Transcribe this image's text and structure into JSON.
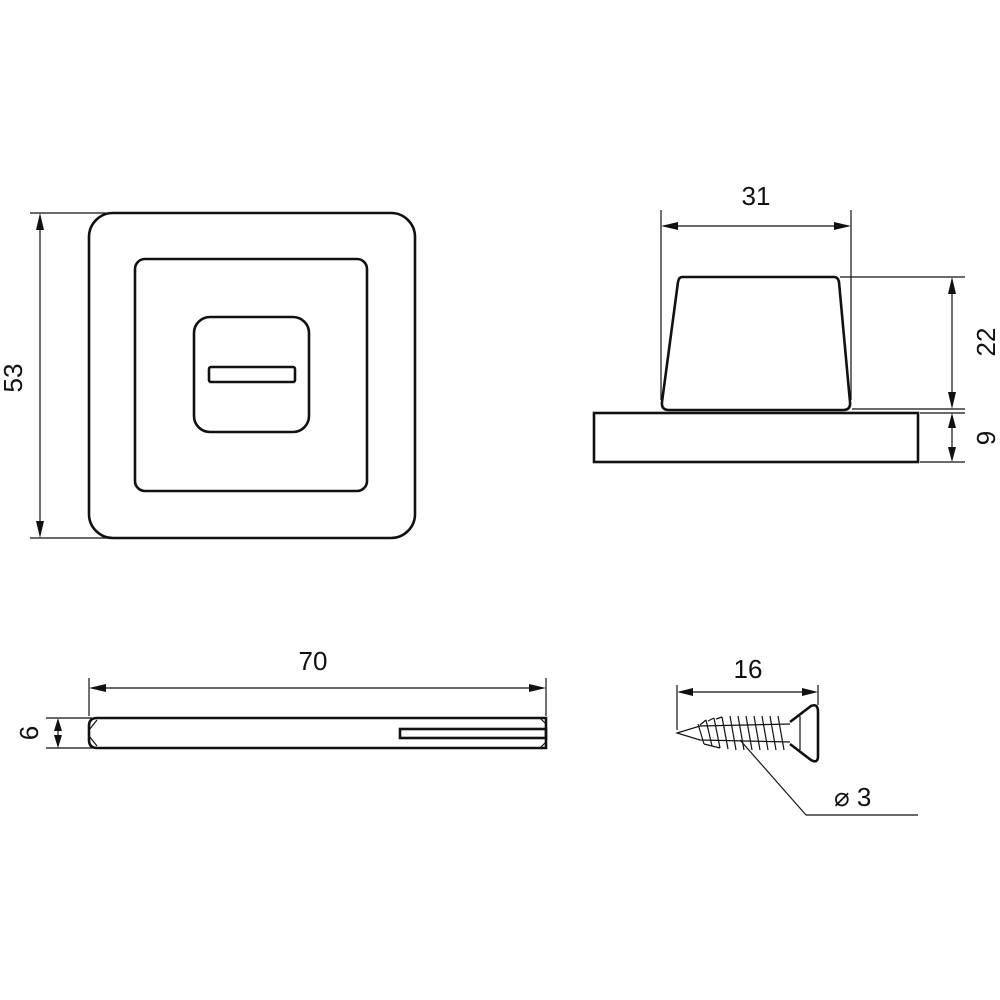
{
  "dimensions": {
    "height_53": "53",
    "width_31": "31",
    "height_22": "22",
    "height_9": "9",
    "length_70": "70",
    "thickness_6": "6",
    "length_16": "16",
    "diameter_3": "⌀ 3"
  },
  "colors": {
    "line": "#111111",
    "background": "#ffffff"
  }
}
